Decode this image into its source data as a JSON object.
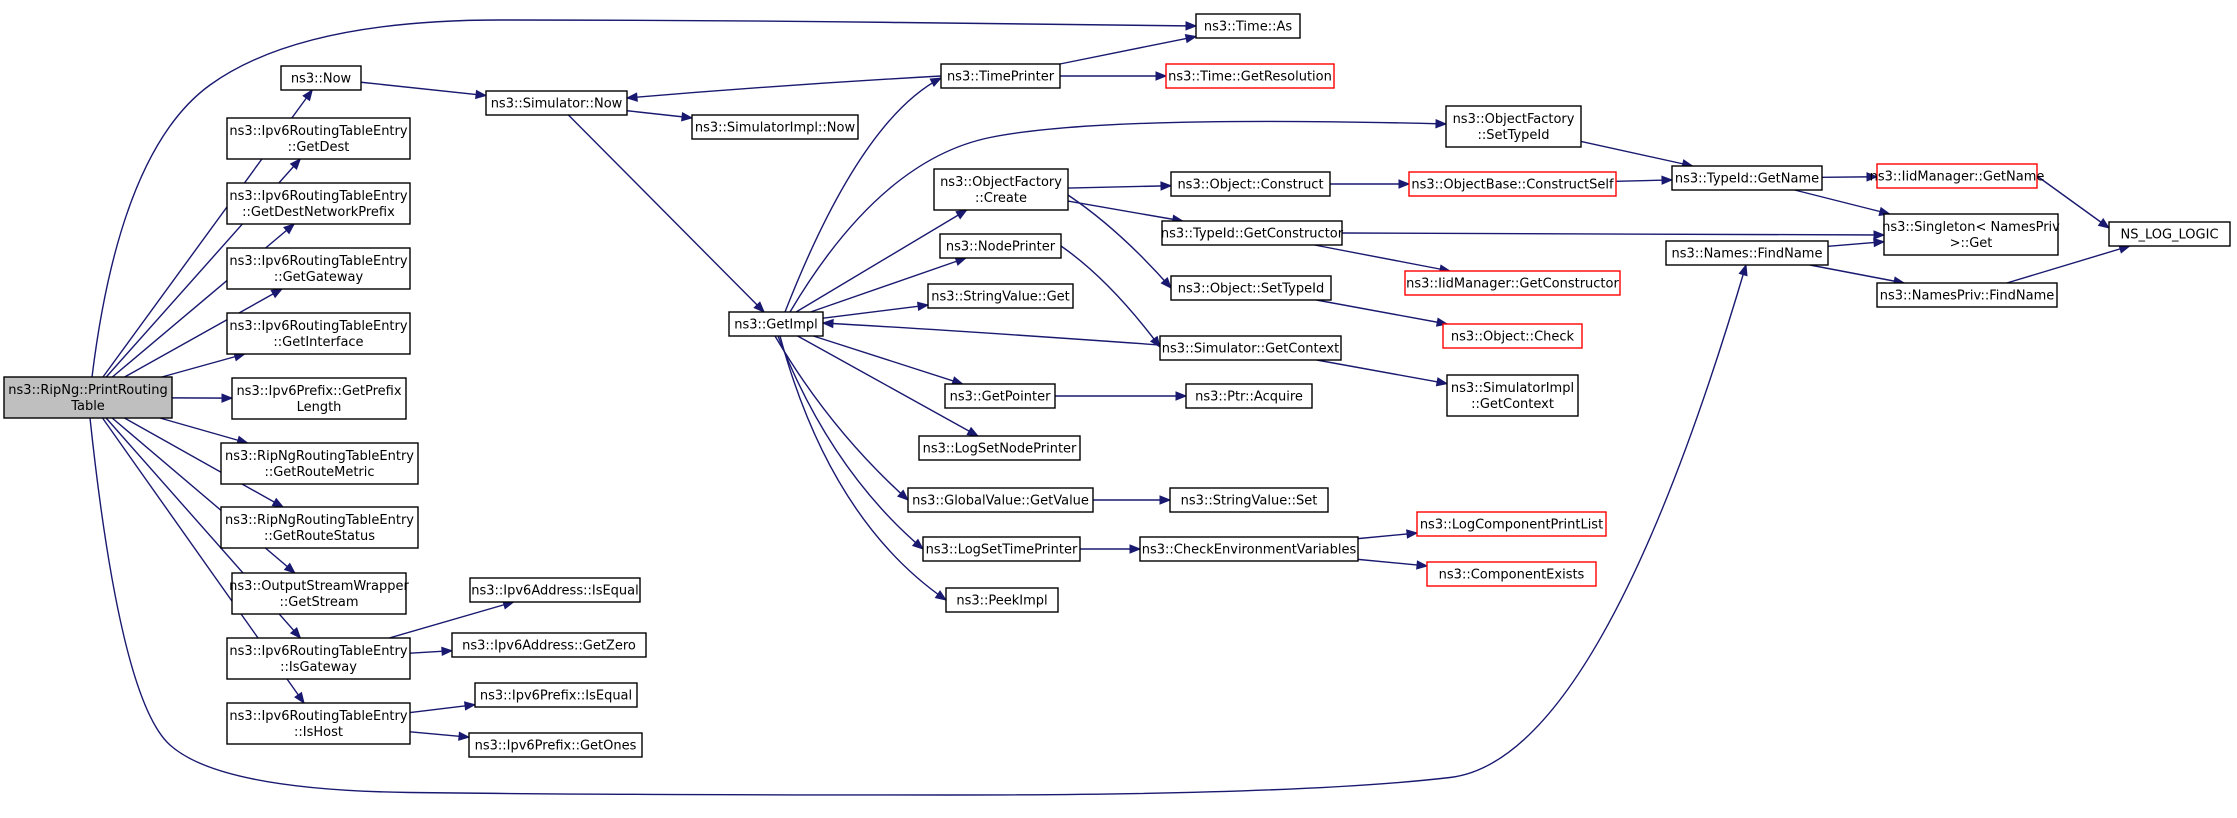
{
  "colors": {
    "edge": "#191970",
    "node_border": "#000000",
    "incomplete_border": "#ff0000",
    "root_fill": "#bfbfbf"
  },
  "nodes": [
    {
      "id": "root",
      "lines": [
        "ns3::RipNg::PrintRouting",
        "Table"
      ],
      "style": "root"
    },
    {
      "id": "now",
      "lines": [
        "ns3::Now"
      ]
    },
    {
      "id": "getdest",
      "lines": [
        "ns3::Ipv6RoutingTableEntry",
        "::GetDest"
      ]
    },
    {
      "id": "getdestnet",
      "lines": [
        "ns3::Ipv6RoutingTableEntry",
        "::GetDestNetworkPrefix"
      ]
    },
    {
      "id": "getgateway",
      "lines": [
        "ns3::Ipv6RoutingTableEntry",
        "::GetGateway"
      ]
    },
    {
      "id": "getinterface",
      "lines": [
        "ns3::Ipv6RoutingTableEntry",
        "::GetInterface"
      ]
    },
    {
      "id": "getprefixlen",
      "lines": [
        "ns3::Ipv6Prefix::GetPrefix",
        "Length"
      ]
    },
    {
      "id": "getroutemetric",
      "lines": [
        "ns3::RipNgRoutingTableEntry",
        "::GetRouteMetric"
      ]
    },
    {
      "id": "getroutestatus",
      "lines": [
        "ns3::RipNgRoutingTableEntry",
        "::GetRouteStatus"
      ]
    },
    {
      "id": "getstream",
      "lines": [
        "ns3::OutputStreamWrapper",
        "::GetStream"
      ]
    },
    {
      "id": "isgateway",
      "lines": [
        "ns3::Ipv6RoutingTableEntry",
        "::IsGateway"
      ]
    },
    {
      "id": "ishost",
      "lines": [
        "ns3::Ipv6RoutingTableEntry",
        "::IsHost"
      ]
    },
    {
      "id": "addr_isequal",
      "lines": [
        "ns3::Ipv6Address::IsEqual"
      ]
    },
    {
      "id": "addr_getzero",
      "lines": [
        "ns3::Ipv6Address::GetZero"
      ]
    },
    {
      "id": "pre_isequal",
      "lines": [
        "ns3::Ipv6Prefix::IsEqual"
      ]
    },
    {
      "id": "pre_getones",
      "lines": [
        "ns3::Ipv6Prefix::GetOnes"
      ]
    },
    {
      "id": "sim_now",
      "lines": [
        "ns3::Simulator::Now"
      ]
    },
    {
      "id": "simimpl_now",
      "lines": [
        "ns3::SimulatorImpl::Now"
      ]
    },
    {
      "id": "getimpl",
      "lines": [
        "ns3::GetImpl"
      ]
    },
    {
      "id": "timeprinter",
      "lines": [
        "ns3::TimePrinter"
      ]
    },
    {
      "id": "time_as",
      "lines": [
        "ns3::Time::As"
      ]
    },
    {
      "id": "time_getres",
      "lines": [
        "ns3::Time::GetResolution"
      ],
      "style": "red"
    },
    {
      "id": "of_create",
      "lines": [
        "ns3::ObjectFactory",
        "::Create"
      ]
    },
    {
      "id": "nodeprinter",
      "lines": [
        "ns3::NodePrinter"
      ]
    },
    {
      "id": "sv_get",
      "lines": [
        "ns3::StringValue::Get"
      ]
    },
    {
      "id": "getpointer",
      "lines": [
        "ns3::GetPointer"
      ]
    },
    {
      "id": "lsnp",
      "lines": [
        "ns3::LogSetNodePrinter"
      ]
    },
    {
      "id": "gv_getvalue",
      "lines": [
        "ns3::GlobalValue::GetValue"
      ]
    },
    {
      "id": "lstp",
      "lines": [
        "ns3::LogSetTimePrinter"
      ]
    },
    {
      "id": "peekimpl",
      "lines": [
        "ns3::PeekImpl"
      ]
    },
    {
      "id": "of_settypeid",
      "lines": [
        "ns3::ObjectFactory",
        "::SetTypeId"
      ]
    },
    {
      "id": "obj_construct",
      "lines": [
        "ns3::Object::Construct"
      ]
    },
    {
      "id": "tid_getctor",
      "lines": [
        "ns3::TypeId::GetConstructor"
      ]
    },
    {
      "id": "obj_settypeid",
      "lines": [
        "ns3::Object::SetTypeId"
      ]
    },
    {
      "id": "sim_getctx",
      "lines": [
        "ns3::Simulator::GetContext"
      ]
    },
    {
      "id": "ptr_acquire",
      "lines": [
        "ns3::Ptr::Acquire"
      ]
    },
    {
      "id": "sv_set",
      "lines": [
        "ns3::StringValue::Set"
      ]
    },
    {
      "id": "checkenv",
      "lines": [
        "ns3::CheckEnvironmentVariables"
      ]
    },
    {
      "id": "ob_constructself",
      "lines": [
        "ns3::ObjectBase::ConstructSelf"
      ],
      "style": "red"
    },
    {
      "id": "iid_getctor",
      "lines": [
        "ns3::IidManager::GetConstructor"
      ],
      "style": "red"
    },
    {
      "id": "obj_check",
      "lines": [
        "ns3::Object::Check"
      ],
      "style": "red"
    },
    {
      "id": "simimpl_getctx",
      "lines": [
        "ns3::SimulatorImpl",
        "::GetContext"
      ]
    },
    {
      "id": "lcpl",
      "lines": [
        "ns3::LogComponentPrintList"
      ],
      "style": "red"
    },
    {
      "id": "compexists",
      "lines": [
        "ns3::ComponentExists"
      ],
      "style": "red"
    },
    {
      "id": "tid_getname",
      "lines": [
        "ns3::TypeId::GetName"
      ]
    },
    {
      "id": "names_findname",
      "lines": [
        "ns3::Names::FindName"
      ]
    },
    {
      "id": "iid_getname",
      "lines": [
        "ns3::IidManager::GetName"
      ],
      "style": "red"
    },
    {
      "id": "singleton_get",
      "lines": [
        "ns3::Singleton< NamesPriv",
        " >::Get"
      ]
    },
    {
      "id": "namespriv_findname",
      "lines": [
        "ns3::NamesPriv::FindName"
      ]
    },
    {
      "id": "ns_log_logic",
      "lines": [
        "NS_LOG_LOGIC"
      ]
    }
  ],
  "edges": [
    [
      "root",
      "now"
    ],
    [
      "root",
      "getdest"
    ],
    [
      "root",
      "getdestnet"
    ],
    [
      "root",
      "getgateway"
    ],
    [
      "root",
      "getinterface"
    ],
    [
      "root",
      "getprefixlen"
    ],
    [
      "root",
      "getroutemetric"
    ],
    [
      "root",
      "getroutestatus"
    ],
    [
      "root",
      "getstream"
    ],
    [
      "root",
      "isgateway"
    ],
    [
      "root",
      "ishost"
    ],
    [
      "root",
      "time_as"
    ],
    [
      "root",
      "names_findname"
    ],
    [
      "now",
      "sim_now"
    ],
    [
      "isgateway",
      "addr_isequal"
    ],
    [
      "isgateway",
      "addr_getzero"
    ],
    [
      "ishost",
      "pre_isequal"
    ],
    [
      "ishost",
      "pre_getones"
    ],
    [
      "sim_now",
      "simimpl_now"
    ],
    [
      "sim_now",
      "getimpl"
    ],
    [
      "timeprinter",
      "sim_now"
    ],
    [
      "timeprinter",
      "time_as"
    ],
    [
      "timeprinter",
      "time_getres"
    ],
    [
      "getimpl",
      "timeprinter"
    ],
    [
      "getimpl",
      "of_settypeid"
    ],
    [
      "getimpl",
      "of_create"
    ],
    [
      "getimpl",
      "nodeprinter"
    ],
    [
      "getimpl",
      "sv_get"
    ],
    [
      "getimpl",
      "getpointer"
    ],
    [
      "getimpl",
      "lsnp"
    ],
    [
      "getimpl",
      "gv_getvalue"
    ],
    [
      "getimpl",
      "lstp"
    ],
    [
      "getimpl",
      "peekimpl"
    ],
    [
      "of_create",
      "obj_construct"
    ],
    [
      "of_create",
      "tid_getctor"
    ],
    [
      "of_create",
      "obj_settypeid"
    ],
    [
      "nodeprinter",
      "sim_getctx"
    ],
    [
      "sim_getctx",
      "getimpl"
    ],
    [
      "sim_getctx",
      "simimpl_getctx"
    ],
    [
      "getpointer",
      "ptr_acquire"
    ],
    [
      "gv_getvalue",
      "sv_set"
    ],
    [
      "lstp",
      "checkenv"
    ],
    [
      "checkenv",
      "lcpl"
    ],
    [
      "checkenv",
      "compexists"
    ],
    [
      "obj_construct",
      "ob_constructself"
    ],
    [
      "ob_constructself",
      "tid_getname"
    ],
    [
      "tid_getctor",
      "iid_getctor"
    ],
    [
      "tid_getctor",
      "singleton_get"
    ],
    [
      "obj_settypeid",
      "obj_check"
    ],
    [
      "of_settypeid",
      "tid_getname"
    ],
    [
      "tid_getname",
      "iid_getname"
    ],
    [
      "tid_getname",
      "singleton_get"
    ],
    [
      "iid_getname",
      "ns_log_logic"
    ],
    [
      "names_findname",
      "singleton_get"
    ],
    [
      "names_findname",
      "namespriv_findname"
    ],
    [
      "namespriv_findname",
      "ns_log_logic"
    ]
  ]
}
